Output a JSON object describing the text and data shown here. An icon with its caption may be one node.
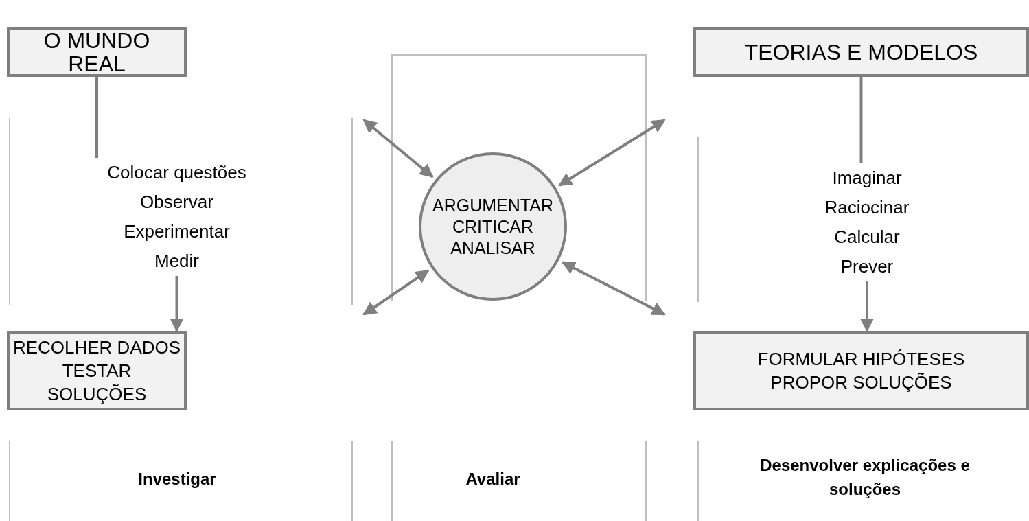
{
  "diagram": {
    "nodes": [
      {
        "text": [
          "O MUNDO REAL"
        ]
      },
      {
        "text": [
          "Colocar questões Observar Experimentar Medir"
        ]
      },
      {
        "text": [
          "RECOLHER DADOS TESTAR SOLUÇÕES"
        ]
      },
      {
        "text": [
          "ARGUMENTAR CRITICAR ANALISAR"
        ]
      },
      {
        "text": [
          "TEORIAS E MODELOS"
        ]
      },
      {
        "text": [
          "Imaginar Raciocinar Calcular Prever"
        ]
      },
      {
        "text": [
          "FORMULAR HIPÓTESES PROPOR SOLUÇÕES"
        ]
      }
    ],
    "edges": [
      {
        "from": 0,
        "to": 1,
        "arrow": "none"
      },
      {
        "from": 1,
        "to": 2,
        "arrow": "to"
      },
      {
        "from": 4,
        "to": 5,
        "arrow": "none"
      },
      {
        "from": 5,
        "to": 6,
        "arrow": "to"
      },
      {
        "from": 3,
        "to": null,
        "arrow": "both"
      },
      {
        "from": 3,
        "to": null,
        "arrow": "both"
      },
      {
        "from": 3,
        "to": null,
        "arrow": "both"
      },
      {
        "from": 3,
        "to": null,
        "arrow": "both"
      }
    ],
    "labels": [
      "Investigar",
      "Avaliar",
      "Desenvolver explicações e soluções"
    ]
  }
}
